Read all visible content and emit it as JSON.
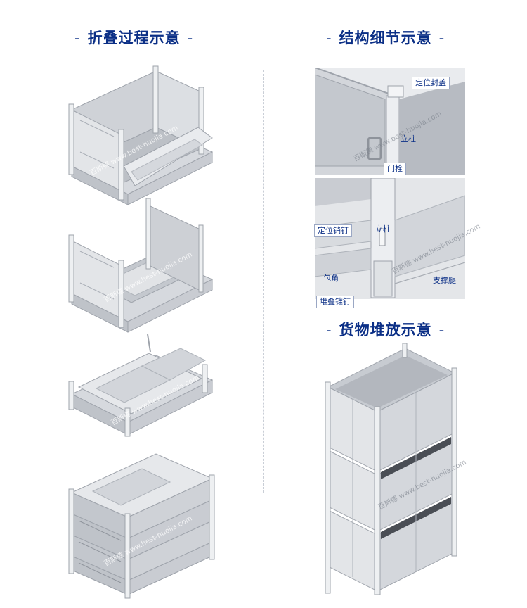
{
  "titles": {
    "folding": "折叠过程示意",
    "structure": "结构细节示意",
    "stacking": "货物堆放示意"
  },
  "title_dash": "-",
  "labels": {
    "locating_cap": "定位封盖",
    "column_top": "立柱",
    "door_bolt": "门栓",
    "locating_pin": "定位销钉",
    "column_bottom": "立柱",
    "corner_wrap": "包角",
    "support_leg": "支撑腿",
    "stacking_cone": "堆叠锥钉"
  },
  "watermark": "百斯德 www.best-huojia.com",
  "colors": {
    "title": "#0b2f86",
    "frame": "#d6d9de",
    "frame_dark": "#a9aeb6",
    "panel": "#c7cbd1",
    "panel_light": "#e6e8eb"
  }
}
